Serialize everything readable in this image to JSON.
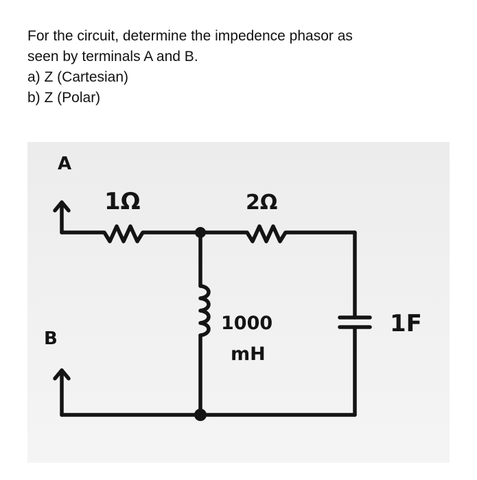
{
  "question": {
    "line1": "For the circuit, determine the impedence phasor as",
    "line2": "seen by terminals A and B.",
    "part_a": "a) Z (Cartesian)",
    "part_b": "b) Z (Polar)"
  },
  "circuit": {
    "terminal_a": "A",
    "terminal_b": "B",
    "r1_label": "1Ω",
    "r2_label": "2Ω",
    "inductor_value": "1000",
    "inductor_unit": "mH",
    "capacitor_label": "1F"
  }
}
